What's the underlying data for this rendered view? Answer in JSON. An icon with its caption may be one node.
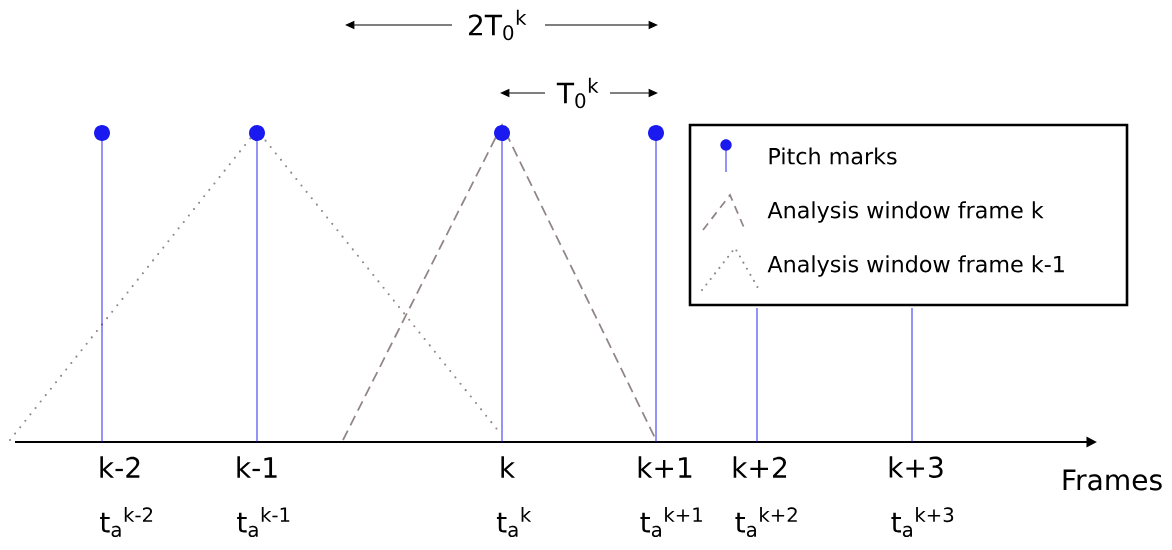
{
  "diagram": {
    "labels": [
      "2T$_{0}$$^{k}$",
      "T$_{0}$$^{k}$",
      "k-2",
      "k-1",
      "k",
      "k+1",
      "k+2",
      "k+3",
      "Frames",
      "t$_{a}$$^{k-2}$",
      "t$_{a}$$^{k-1}$",
      "t$_{a}$$^{k}$",
      "t$_{a}$$^{k+1}$",
      "t$_{a}$$^{k+2}$",
      "t$_{a}$$^{k+3}$"
    ],
    "legend": [
      {
        "text": "Pitch marks"
      },
      {
        "text": "Analysis window frame k"
      },
      {
        "text": "Analysis window frame k-1"
      }
    ]
  }
}
